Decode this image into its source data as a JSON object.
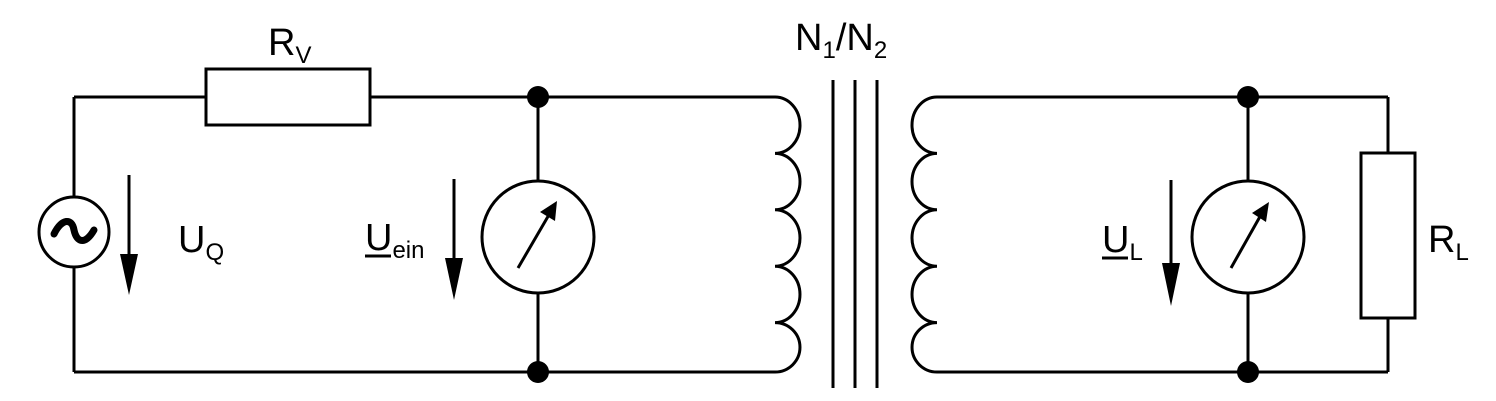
{
  "labels": {
    "series_resistor": {
      "main": "R",
      "sub": "V"
    },
    "turns_ratio": {
      "n1": "N",
      "s1": "1",
      "slash": "/",
      "n2": "N",
      "s2": "2"
    },
    "source_voltage": {
      "main": "U",
      "sub": "Q"
    },
    "input_voltage": {
      "main": "U",
      "sub": "ein"
    },
    "load_voltage": {
      "main": "U",
      "sub": "L"
    },
    "load_resistor": {
      "main": "R",
      "sub": "L"
    }
  },
  "symbols": {
    "source": "tilde-ac-source-icon",
    "meter": "voltmeter-needle-icon"
  },
  "colors": {
    "stroke": "#000000",
    "background": "#ffffff"
  }
}
